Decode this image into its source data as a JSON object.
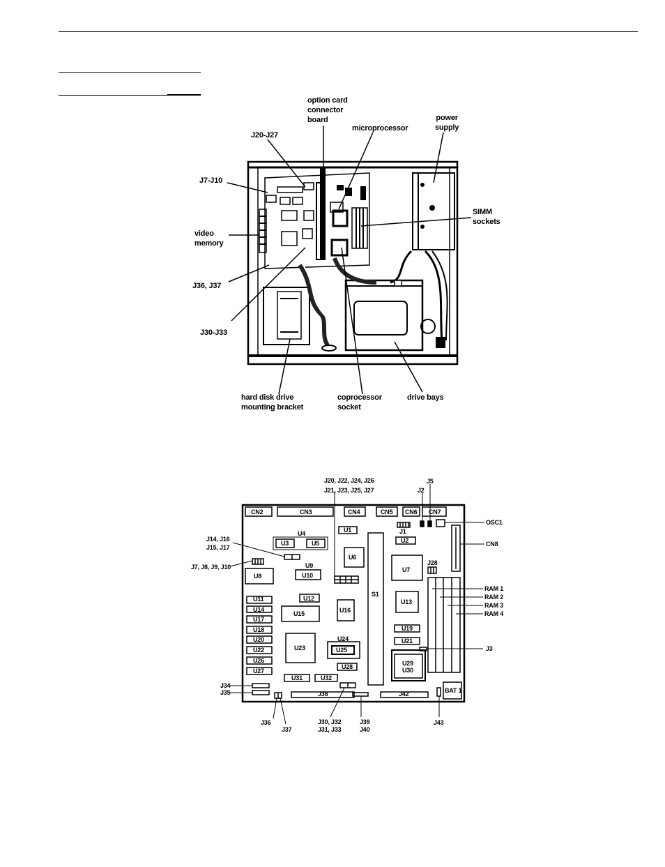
{
  "figure1": {
    "labels": {
      "option_card": [
        "option card",
        "connector",
        "board"
      ],
      "microprocessor": "microprocessor",
      "power_supply": [
        "power",
        "supply"
      ],
      "j20_j27": "J20-J27",
      "j7_j10": "J7-J10",
      "simm_sockets": [
        "SIMM",
        "sockets"
      ],
      "video_memory": [
        "video",
        "memory"
      ],
      "j36_j37": "J36, J37",
      "j30_j33": "J30-J33",
      "hdd_bracket": [
        "hard disk drive",
        "mounting bracket"
      ],
      "coprocessor": [
        "coprocessor",
        "socket"
      ],
      "drive_bays": "drive bays"
    }
  },
  "figure2": {
    "top_connectors": [
      "CN2",
      "CN3",
      "CN4",
      "CN5",
      "CN6",
      "CN7"
    ],
    "chips": {
      "U1": "U1",
      "U2": "U2",
      "U3": "U3",
      "U4": "U4",
      "U5": "U5",
      "U6": "U6",
      "U7": "U7",
      "U8": "U8",
      "U9": "U9",
      "U10": "U10",
      "U11": "U11",
      "U12": "U12",
      "U13": "U13",
      "U14": "U14",
      "U15": "U15",
      "U16": "U16",
      "U17": "U17",
      "U18": "U18",
      "U19": "U19",
      "U20": "U20",
      "U21": "U21",
      "U22": "U22",
      "U23": "U23",
      "U24": "U24",
      "U25": "U25",
      "U26": "U26",
      "U27": "U27",
      "U28": "U28",
      "U29": "U29",
      "U30": "U30",
      "U31": "U31",
      "U32": "U32",
      "S1": "S1",
      "J1": "J1",
      "J28": "J28",
      "J38": "J38",
      "J42": "J42",
      "BAT1": "BAT 1"
    },
    "callouts": {
      "j20_j26": "J20, J22, J24, J26",
      "j21_j27": "J21, J23, J25, J27",
      "j5": "J5",
      "j2": "J2",
      "osc1": "OSC1",
      "cn8": "CN8",
      "j14_j16": "J14, J16",
      "j15_j17": "J15, J17",
      "j7_j10": "J7, J8, J9, J10",
      "ram1": "RAM 1",
      "ram2": "RAM 2",
      "ram3": "RAM 3",
      "ram4": "RAM 4",
      "j3": "J3",
      "j34": "J34",
      "j35": "J35",
      "j36": "J36",
      "j37": "J37",
      "j30_j32": "J30, J32",
      "j31_j33": "J31, J33",
      "j39": "J39",
      "j40": "J40",
      "j43": "J43"
    }
  }
}
